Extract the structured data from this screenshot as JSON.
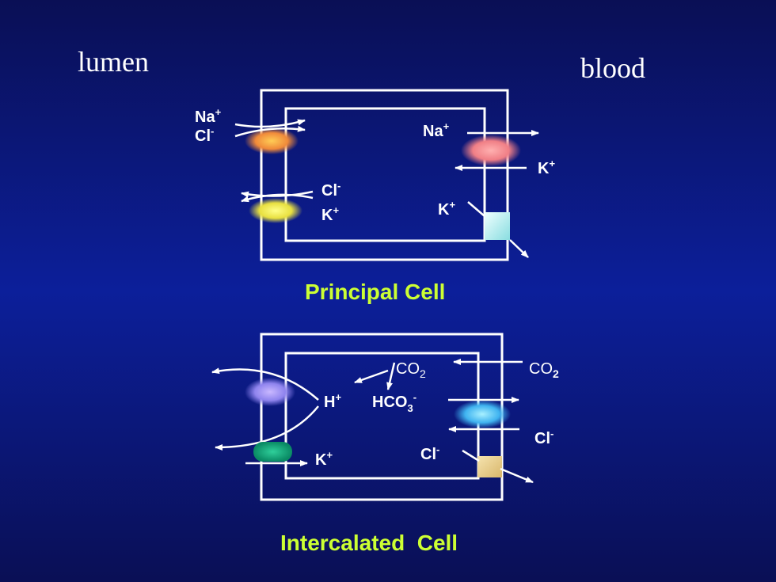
{
  "labels": {
    "lumen": "lumen",
    "blood": "blood"
  },
  "principal_cell": {
    "title": "Principal Cell",
    "apical_ions_top": [
      "Na+",
      "Cl-"
    ],
    "apical_ions_bottom": [
      "Cl-",
      "K+"
    ],
    "basolateral_ions": [
      "Na+",
      "K+",
      "K+"
    ]
  },
  "intercalated_cell": {
    "title": "Intercalated  Cell",
    "ions": [
      "H+",
      "HCO3-",
      "CO2",
      "CO2",
      "K+",
      "Cl-",
      "Cl-"
    ]
  },
  "colors": {
    "background": "#0c1f9a",
    "caption": "#ccff33",
    "line": "#ffffff"
  }
}
